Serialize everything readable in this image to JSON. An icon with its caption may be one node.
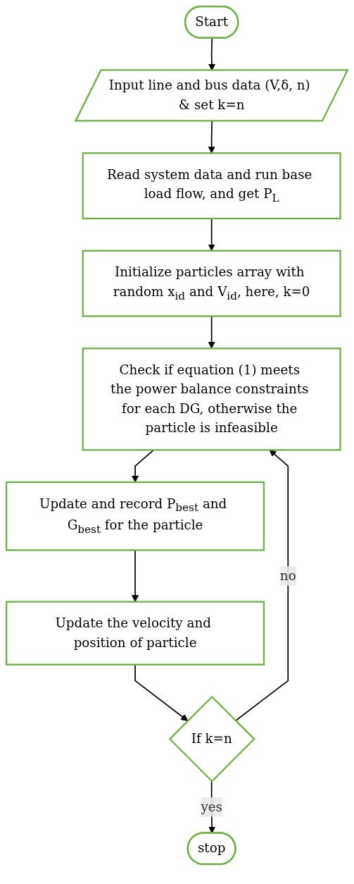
{
  "diagram": {
    "nodes": [
      {
        "text": [
          "Start"
        ]
      },
      {
        "text": [
          "Input line and bus data (V,δ, n) & set k=n"
        ]
      },
      {
        "text": [
          "Read system data and run base load flow, and get P$_{L}$"
        ]
      },
      {
        "text": [
          "Initialize particles array with random x$_{id}$ and V$_{id}$, here, k=0"
        ]
      },
      {
        "text": [
          "Check if equation (1) meets the power balance constraints for each DG, otherwise the particle is infeasible"
        ]
      },
      {
        "text": [
          "Update and record P$_{best}$ and G$_{best}$ for the particle"
        ]
      },
      {
        "text": [
          "Update the velocity and position of particle"
        ]
      },
      {
        "text": [
          "If k=n"
        ]
      },
      {
        "text": [
          "stop"
        ]
      }
    ],
    "edges": [
      {
        "from": 0,
        "to": 1,
        "arrow": "to"
      },
      {
        "from": 1,
        "to": 2,
        "arrow": "to"
      },
      {
        "from": 2,
        "to": 3,
        "arrow": "to"
      },
      {
        "from": 3,
        "to": 4,
        "arrow": "to"
      },
      {
        "from": 4,
        "to": 5,
        "arrow": "to"
      },
      {
        "from": 5,
        "to": 6,
        "arrow": "to"
      },
      {
        "from": 6,
        "to": 7,
        "arrow": "to"
      },
      {
        "from": 7,
        "to": 4,
        "arrow": "to",
        "label": "no"
      },
      {
        "from": 7,
        "to": 8,
        "arrow": "to",
        "label": "yes"
      }
    ]
  }
}
